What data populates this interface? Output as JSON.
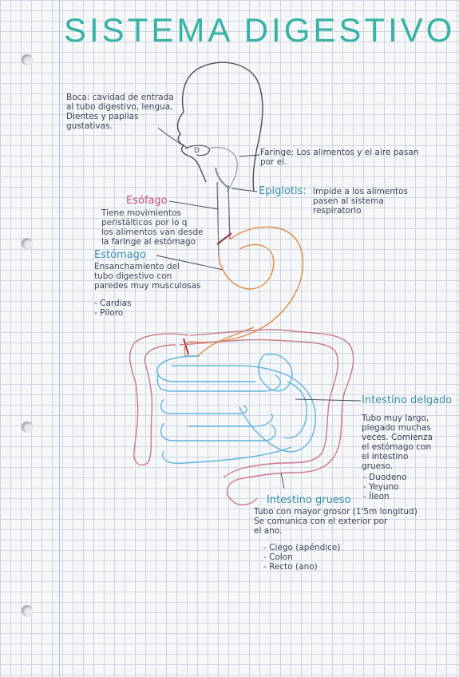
{
  "title": "SISTEMA DIGESTIVO",
  "colors": {
    "title": "#37b3a6",
    "esophagus": "#9a3a4a",
    "stomach": "#e08a3f",
    "small_intestine": "#5fb6de",
    "large_intestine": "#c9788a",
    "outline": "#4a4a55"
  },
  "labels": {
    "boca": "Boca: cavidad de entrada\nal tubo digestivo, lengua,\nDientes y papilas\ngustativas.",
    "faringe": "Faringe: Los alimentos y el aire pasan\npor el.",
    "epiglotis_name": "Epiglotis:",
    "epiglotis_desc": "Impide a los alimentos\npasen al sistema\nrespiratorio",
    "esofago_name": "Esófago",
    "esofago_desc": "Tiene movimientos\nperistálticos por lo q\nlos alimentos van desde\nla faringe al estómago",
    "estomago_name": "Estómago",
    "estomago_desc": "Ensanchamiento del\ntubo digestivo con\nparedes muy musculosas",
    "estomago_parts": [
      "- Cardias",
      "- Píloro"
    ],
    "delgado_name": "Intestino delgado",
    "delgado_desc": "Tubo muy largo,\nplegado muchas\nveces. Comienza\nel estómago con\nel intestino\ngrueso.",
    "delgado_parts": [
      "- Duodeno",
      "- Yeyuno",
      "- Íleon"
    ],
    "grueso_name": "Intestino grueso",
    "grueso_desc": "Tubo con mayor grosor (1'5m longitud)\nSe comunica con el exterior por\nel ano.",
    "grueso_parts": [
      "- Ciego (apéndice)",
      "- Colon",
      "- Recto (ano)"
    ]
  }
}
